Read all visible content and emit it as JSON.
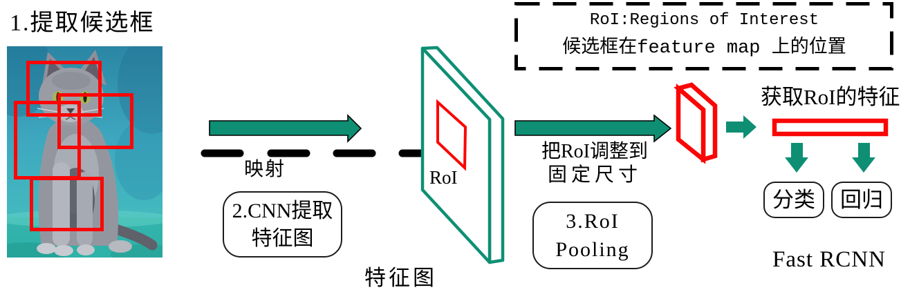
{
  "colors": {
    "teal": "#0e8f74",
    "red": "#fa0606",
    "ink": "#000000"
  },
  "labels": {
    "step1_title": "1.提取候选框",
    "mapping": "映射",
    "cnn_box": {
      "line1": "2.CNN提取",
      "line2": "特征图"
    },
    "feature_map_caption": "特征图",
    "roi_tag": "RoI",
    "roi_info": {
      "line1": "RoI:Regions of Interest",
      "line2": "候选框在feature map 上的位置"
    },
    "resize": {
      "line1": "把RoI调整到",
      "line2": "固定尺寸"
    },
    "pooling_box": {
      "line1": "3.RoI",
      "line2": "Pooling"
    },
    "roi_feature": "获取RoI的特征",
    "outputs": {
      "classify": "分类",
      "regress": "回归"
    },
    "model_name": "Fast RCNN"
  },
  "icons": {
    "flow_arrows": "right-block-arrow",
    "mapping_arrow": "dashed-right-arrow",
    "output_arrows": "down-block-arrow",
    "feature_map": "3d-slab-outline",
    "pooled_roi": "3d-slab-outline-red",
    "roi_vector": "horizontal-bar-outline-red"
  }
}
